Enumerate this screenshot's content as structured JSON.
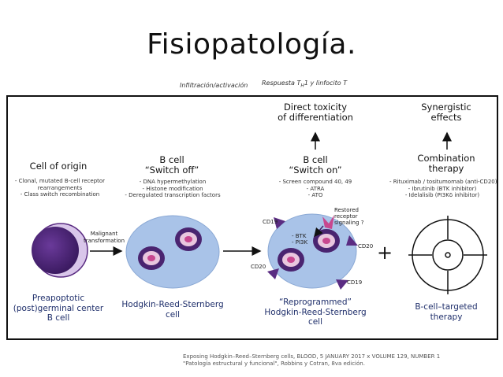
{
  "slide": {
    "title": "Fisiopatología.",
    "top_notes": {
      "infiltration": "Infiltración/activación",
      "response": "Respuesta T",
      "response_sub": "H",
      "response_rest": "1 y linfocito T"
    }
  },
  "diagram": {
    "cell_of_origin": {
      "heading": "Cell of origin",
      "items": [
        "- Clonal, mutated B-cell receptor",
        "rearrangements",
        "- Class switch recombination"
      ],
      "bottom": [
        "Preapoptotic",
        "(post)germinal center",
        "B cell"
      ]
    },
    "switch_off": {
      "heading": [
        "B cell",
        "“Switch off”"
      ],
      "items": [
        "- DNA hypermethylation",
        "- Histone modification",
        "- Deregulated transcription factors"
      ],
      "bottom": [
        "Hodgkin-Reed-Sternberg",
        "cell"
      ]
    },
    "switch_on": {
      "top": [
        "Direct toxicity",
        "of differentiation"
      ],
      "heading": [
        "B cell",
        "“Switch on”"
      ],
      "items": [
        "- Screen compound 40, 49",
        "- ATRA",
        "- ATO"
      ],
      "bottom": [
        "“Reprogrammed”",
        "Hodgkin-Reed-Sternberg",
        "cell"
      ],
      "restored": [
        "Restored",
        "receptor",
        "signaling ?"
      ],
      "inner": [
        "- BTK",
        "- PI3K"
      ]
    },
    "combination": {
      "top": [
        "Synergistic",
        "effects"
      ],
      "heading": [
        "Combination",
        "therapy"
      ],
      "items": [
        "- Rituximab / tositumomab (anti-CD20)",
        "- Ibrutinib (BTK inhibitor)",
        "- Idelalisib (PI3Kδ inhibitor)"
      ],
      "bottom": [
        "B-cell–targeted",
        "therapy"
      ]
    },
    "malignant": [
      "Malignant",
      "transformation"
    ],
    "markers": {
      "cd19_a": "CD19",
      "cd20_a": "CD20",
      "cd20_b": "CD20",
      "cd19_b": "CD19"
    },
    "plus": "+",
    "colors": {
      "heading_text": "#111111",
      "bottom_text": "#1f2f6b",
      "cell_blue": "#a9c3e8",
      "nucleus": "#4a2470",
      "nucleus_pink": "#c8478f",
      "marker_purple": "#5a2c82",
      "receptor_pink": "#c8478f"
    }
  },
  "footer": {
    "line1": "Exposing Hodgkin–Reed–Sternberg cells, BLOOD, 5 JANUARY 2017 x VOLUME 129, NUMBER 1",
    "line2": "\"Patología estructural y funcional\", Robbins y Cotran, 8va edición."
  }
}
